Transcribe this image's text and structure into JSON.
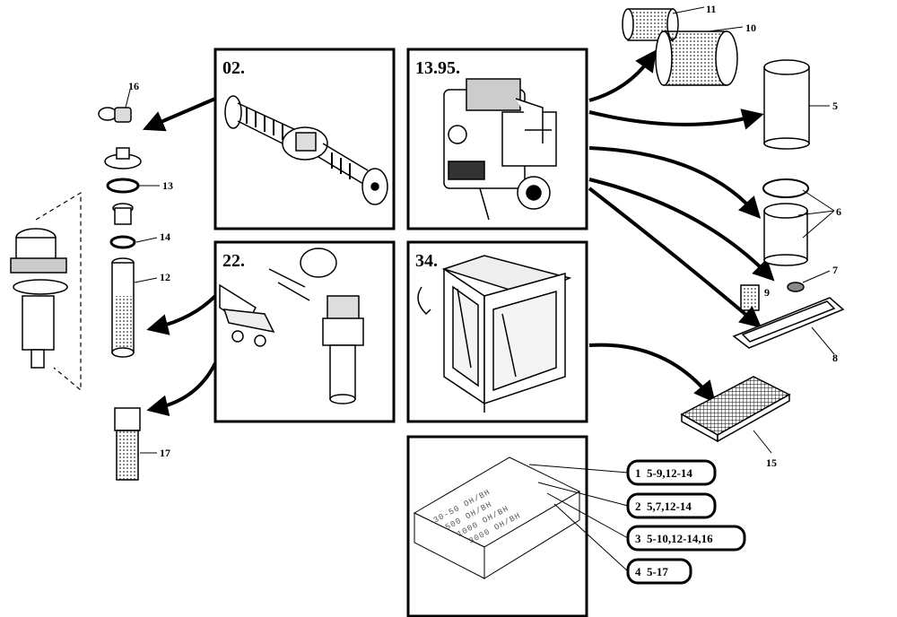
{
  "panels": [
    {
      "id": "axle",
      "title": "02."
    },
    {
      "id": "engine",
      "title": "13.95."
    },
    {
      "id": "hydraulics",
      "title": "22."
    },
    {
      "id": "cab",
      "title": "34."
    }
  ],
  "parts": {
    "p5": "5",
    "p6": "6",
    "p7": "7",
    "p8": "8",
    "p9": "9",
    "p10": "10",
    "p11": "11",
    "p12": "12",
    "p13": "13",
    "p14": "14",
    "p15": "15",
    "p16": "16",
    "p17": "17"
  },
  "service_box_lines": [
    "30-50 OH/BH",
    "500 OH/BH",
    "1000 OH/BH",
    "3000 OH/BH"
  ],
  "kits": [
    {
      "id": "1",
      "parts": "5-9,12-14"
    },
    {
      "id": "2",
      "parts": "5,7,12-14"
    },
    {
      "id": "3",
      "parts": "5-10,12-14,16"
    },
    {
      "id": "4",
      "parts": "5-17"
    }
  ]
}
